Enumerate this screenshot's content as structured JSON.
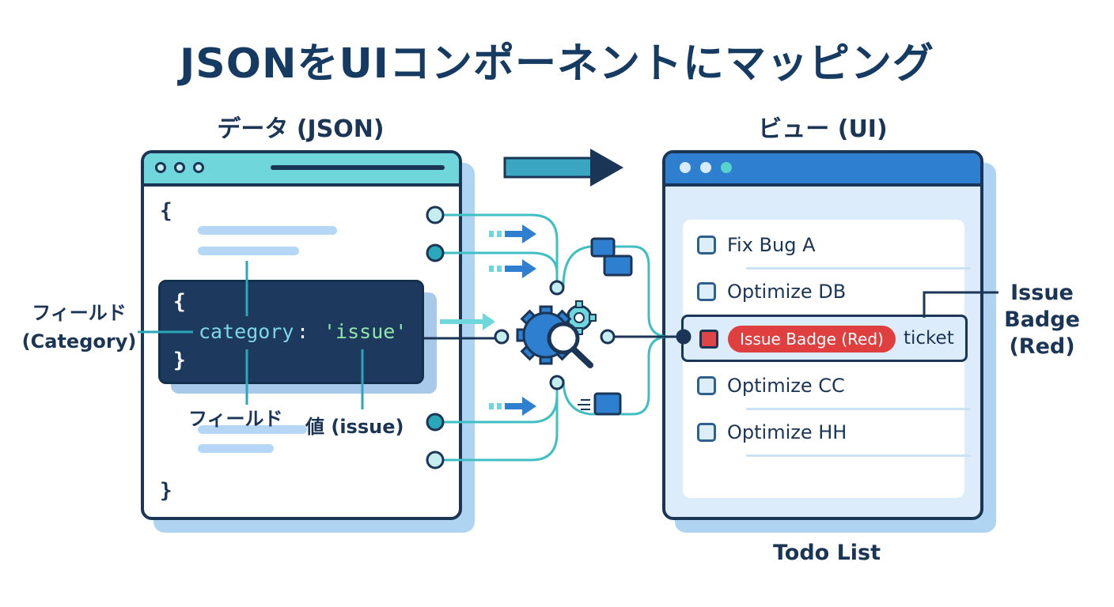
{
  "title": "JSONをUIコンポーネントにマッピング",
  "left_panel": {
    "heading": "データ (JSON)",
    "open_brace": "{",
    "close_brace": "}",
    "code": {
      "open_brace": "{",
      "key": "category",
      "colon": ":",
      "value": "'issue'",
      "close_brace": "}"
    },
    "field_label_left": [
      "フィールド",
      "(Category)"
    ],
    "field_label_bottom": "フィールド",
    "value_label": "値 (issue)"
  },
  "right_panel": {
    "heading": "ビュー (UI)",
    "todos": [
      {
        "label": "Fix Bug A"
      },
      {
        "label": "Optimize DB"
      },
      {
        "label": "Optimize CC"
      },
      {
        "label": "Optimize HH"
      }
    ],
    "highlighted_row": {
      "badge": "Issue Badge (Red)",
      "suffix": "ticket"
    },
    "badge_label": [
      "Issue",
      "Badge",
      "(Red)"
    ],
    "caption": "Todo List"
  },
  "colors": {
    "navy": "#1b3556",
    "teal": "#6fd6dc",
    "blue": "#2f7fd0",
    "badge_red": "#df3f3f"
  }
}
